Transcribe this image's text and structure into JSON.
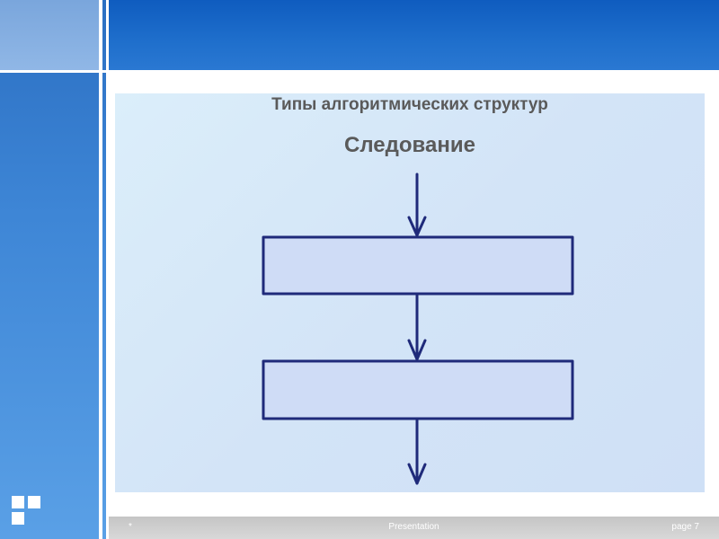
{
  "slide": {
    "title": "Типы алгоритмических структур",
    "subtitle": "Следование"
  },
  "footer": {
    "left": "*",
    "center": "Presentation",
    "page": "page 7"
  },
  "colors": {
    "line": "#1f2a7a",
    "box_fill": "#cfdcf6",
    "accent_blue": "#1f6fcc"
  },
  "diagram": {
    "type": "flowchart-sequence",
    "blocks": [
      "",
      ""
    ]
  }
}
